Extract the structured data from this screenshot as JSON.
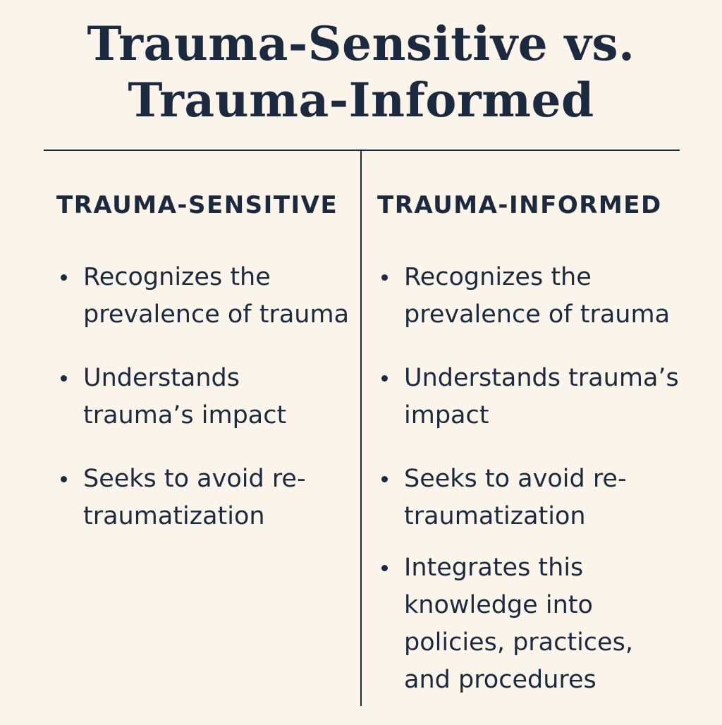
{
  "title": {
    "line1": "Trauma-Sensitive vs.",
    "line2": "Trauma-Informed"
  },
  "left": {
    "heading": "TRAUMA-SENSITIVE",
    "items": [
      "Recognizes the prevalence of trauma",
      "Understands trauma’s impact",
      "Seeks to avoid re-traumatization"
    ]
  },
  "right": {
    "heading": "TRAUMA-INFORMED",
    "items": [
      "Recognizes the prevalence of trauma",
      "Understands trauma’s impact",
      "Seeks to avoid re-traumatization",
      "Integrates this knowledge into policies, practices, and procedures"
    ]
  },
  "colors": {
    "background": "#fbf4ea",
    "text": "#1b2a3f"
  }
}
